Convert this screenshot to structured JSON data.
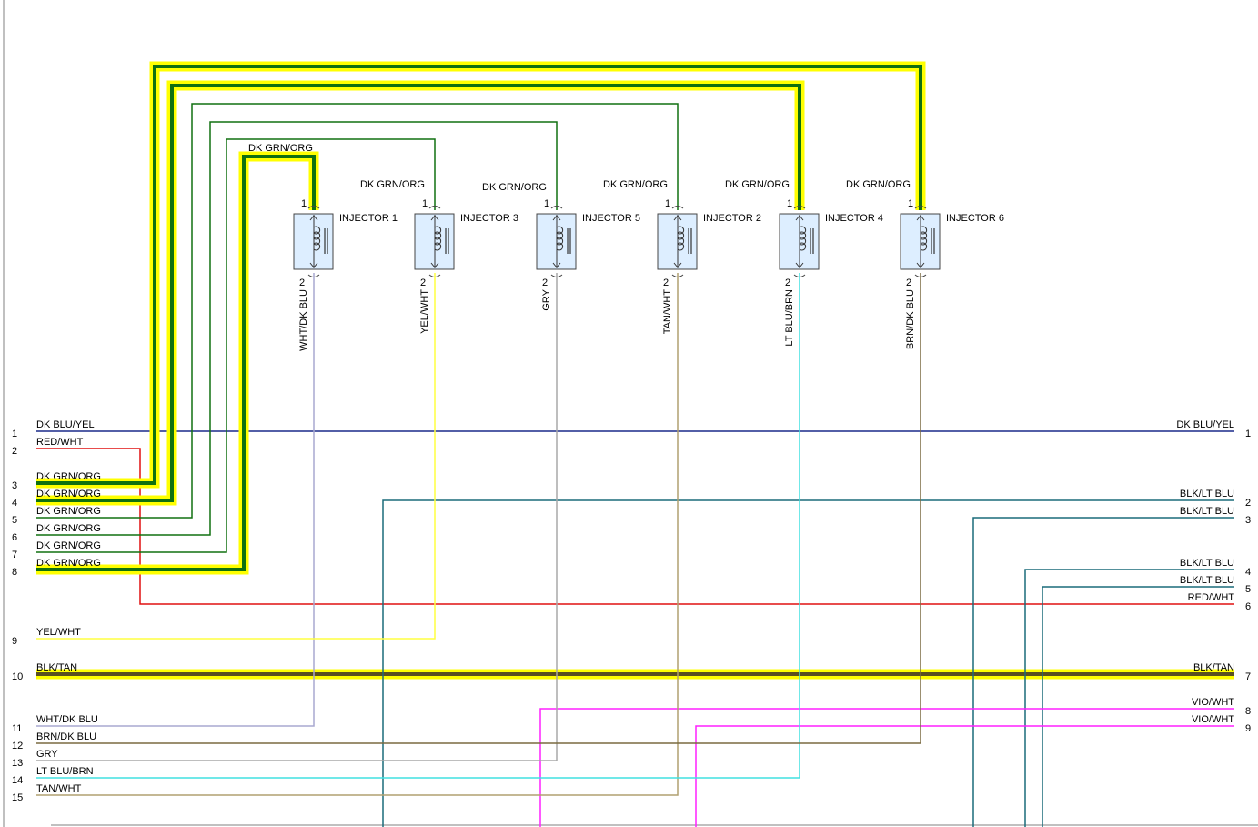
{
  "colors": {
    "dk_grn_org": "#107010",
    "highlight": "#ffff00",
    "dk_blu_yel": "#1a2a8a",
    "red_wht": "#e01010",
    "blk_lt_blu": "#1a6b7a",
    "yel_wht": "#ffff40",
    "blk_tan": "#5a5020",
    "wht_dk_blu": "#a8a8d0",
    "brn_dk_blu": "#7a6a40",
    "gry": "#a8a8a8",
    "lt_blu_brn": "#40e0e0",
    "tan_wht": "#b0a070",
    "vio_wht": "#ff20ff",
    "injector_fill": "#ddeeff"
  },
  "injectors": [
    {
      "name": "INJECTOR 1",
      "wire_top": "DK GRN/ORG",
      "wire_bottom": "WHT/DK BLU",
      "pin_top": "1",
      "pin_bottom": "2",
      "highlight": true
    },
    {
      "name": "INJECTOR 3",
      "wire_top": "DK GRN/ORG",
      "wire_bottom": "YEL/WHT",
      "pin_top": "1",
      "pin_bottom": "2",
      "highlight": false
    },
    {
      "name": "INJECTOR 5",
      "wire_top": "DK GRN/ORG",
      "wire_bottom": "GRY",
      "pin_top": "1",
      "pin_bottom": "2",
      "highlight": false
    },
    {
      "name": "INJECTOR 2",
      "wire_top": "DK GRN/ORG",
      "wire_bottom": "TAN/WHT",
      "pin_top": "1",
      "pin_bottom": "2",
      "highlight": false
    },
    {
      "name": "INJECTOR 4",
      "wire_top": "DK GRN/ORG",
      "wire_bottom": "LT BLU/BRN",
      "pin_top": "1",
      "pin_bottom": "2",
      "highlight": true
    },
    {
      "name": "INJECTOR 6",
      "wire_top": "DK GRN/ORG",
      "wire_bottom": "BRN/DK BLU",
      "pin_top": "1",
      "pin_bottom": "2",
      "highlight": true
    }
  ],
  "left_connector": [
    {
      "pin": "1",
      "label": "DK BLU/YEL"
    },
    {
      "pin": "2",
      "label": "RED/WHT"
    },
    {
      "pin": "3",
      "label": "DK GRN/ORG"
    },
    {
      "pin": "4",
      "label": "DK GRN/ORG"
    },
    {
      "pin": "5",
      "label": "DK GRN/ORG"
    },
    {
      "pin": "6",
      "label": "DK GRN/ORG"
    },
    {
      "pin": "7",
      "label": "DK GRN/ORG"
    },
    {
      "pin": "8",
      "label": "DK GRN/ORG"
    },
    {
      "pin": "9",
      "label": "YEL/WHT"
    },
    {
      "pin": "10",
      "label": "BLK/TAN"
    },
    {
      "pin": "11",
      "label": "WHT/DK BLU"
    },
    {
      "pin": "12",
      "label": "BRN/DK BLU"
    },
    {
      "pin": "13",
      "label": "GRY"
    },
    {
      "pin": "14",
      "label": "LT BLU/BRN"
    },
    {
      "pin": "15",
      "label": "TAN/WHT"
    }
  ],
  "right_connector": [
    {
      "pin": "1",
      "label": "DK BLU/YEL"
    },
    {
      "pin": "2",
      "label": "BLK/LT BLU"
    },
    {
      "pin": "3",
      "label": "BLK/LT BLU"
    },
    {
      "pin": "4",
      "label": "BLK/LT BLU"
    },
    {
      "pin": "5",
      "label": "BLK/LT BLU"
    },
    {
      "pin": "6",
      "label": "RED/WHT"
    },
    {
      "pin": "7",
      "label": "BLK/TAN"
    },
    {
      "pin": "8",
      "label": "VIO/WHT"
    },
    {
      "pin": "9",
      "label": "VIO/WHT"
    }
  ]
}
